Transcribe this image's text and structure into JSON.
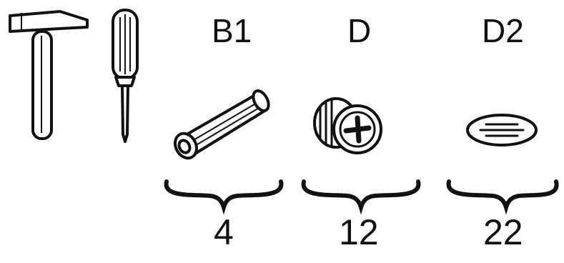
{
  "tools": [
    {
      "icon": "hammer-icon"
    },
    {
      "icon": "screwdriver-icon"
    }
  ],
  "parts": [
    {
      "code": "B1",
      "quantity": "4",
      "icon": "wooden-dowel-icon"
    },
    {
      "code": "D",
      "quantity": "12",
      "icon": "cam-lock-icon"
    },
    {
      "code": "D2",
      "quantity": "22",
      "icon": "oval-pad-icon"
    }
  ]
}
